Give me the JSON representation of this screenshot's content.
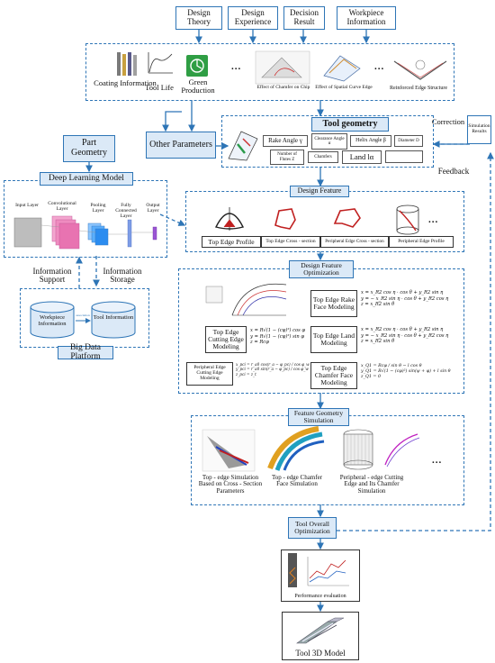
{
  "top_inputs": [
    "Design Theory",
    "Design Experience",
    "Decision Result",
    "Workpiece Information"
  ],
  "image_labels": [
    "Coating Information",
    "Tool Life",
    "Green Production",
    "Effect of Chamfer on Chip",
    "Effect of Spatial Curve Edge",
    "Reinforced Edge Structure"
  ],
  "other_parameters": "Other Parameters",
  "tool_geometry": {
    "title": "Tool geometry",
    "params": [
      "Rake Angle γ",
      "Clearance Angle α",
      "Helix Angle β",
      "Diameter D",
      "Number of Flutes Z",
      "Chamfers",
      "Land lα"
    ]
  },
  "correction": "Correction",
  "simulation_results": "Simulation Results",
  "feedback": "Feedback",
  "part_geometry": "Part Geometry",
  "deep_learning": {
    "title": "Deep Learning Model",
    "layers": [
      "Input Layer",
      "Convolutional Layer",
      "Pooling Layer",
      "Fully Connected Layer",
      "Output Layer"
    ]
  },
  "info_support": "Information Support",
  "info_storage": "Information Storage",
  "database": {
    "workpiece": "Workpiece Information",
    "tool": "Tool Information",
    "link": "association",
    "platform": "Big Data Platform"
  },
  "design_feature": {
    "title": "Design Feature",
    "items": [
      "Top Edge Profile",
      "Top Edge Cross - section",
      "Peripheral Edge Cross - section",
      "Peripheral Edge Profile"
    ]
  },
  "optimization": {
    "title": "Design Feature Optimization",
    "rake": "Top Edge Rake Face Modeling",
    "cutting": "Top Edge Cutting Edge Modeling",
    "land": "Top Edge Land Modeling",
    "peripheral": "Peripheral Edge Cutting Edge Modeling",
    "chamfer": "Top Edge Chamfer Face Modeling",
    "eq_rake": [
      "x = x_R2 cos η · cos θ + y_R2 sin η",
      "y = − x_R2 sin η · cos θ + y_R2 cos η",
      "z = x_R2 sin θ"
    ],
    "eq_cut": [
      "x = R√(1 − (cφ)²) cos φ",
      "y = R√(1 − (cφ)²) sin φ",
      "z = Rcφ"
    ],
    "eq_land": [
      "x = x_R2 cos η · cos θ + y_R2 sin η",
      "y = − x_R2 sin η · cos θ + y_R2 cos η",
      "z = x_R2 sin θ"
    ],
    "eq_peri": [
      "x_pci = r_a0 cos(r_a − φ_pc) / cos φ_w",
      "y_pci = r_a0 sin(r_a − φ_pc) / cos φ_w",
      "z_pci = z_t"
    ],
    "eq_chamfer": [
      "x_Q1 = Rcφ / sin θ − l cos θ",
      "y_Q1 = R√(1 − (cφ)²) sin(ψ + φ) + l sin θ",
      "z_Q1 = 0"
    ]
  },
  "simulation": {
    "title": "Feature Geometry Simulation",
    "items": [
      "Top - edge Simulation Based on Cross - Section Parameters",
      "Top - edge Chamfer Face Simulation",
      "Peripheral - edge Cutting Edge and Its Chamfer Simulation"
    ]
  },
  "overall": "Tool Overall Optimization",
  "performance": "Performance evaluation",
  "model3d": "Tool 3D Model",
  "dots": "..."
}
